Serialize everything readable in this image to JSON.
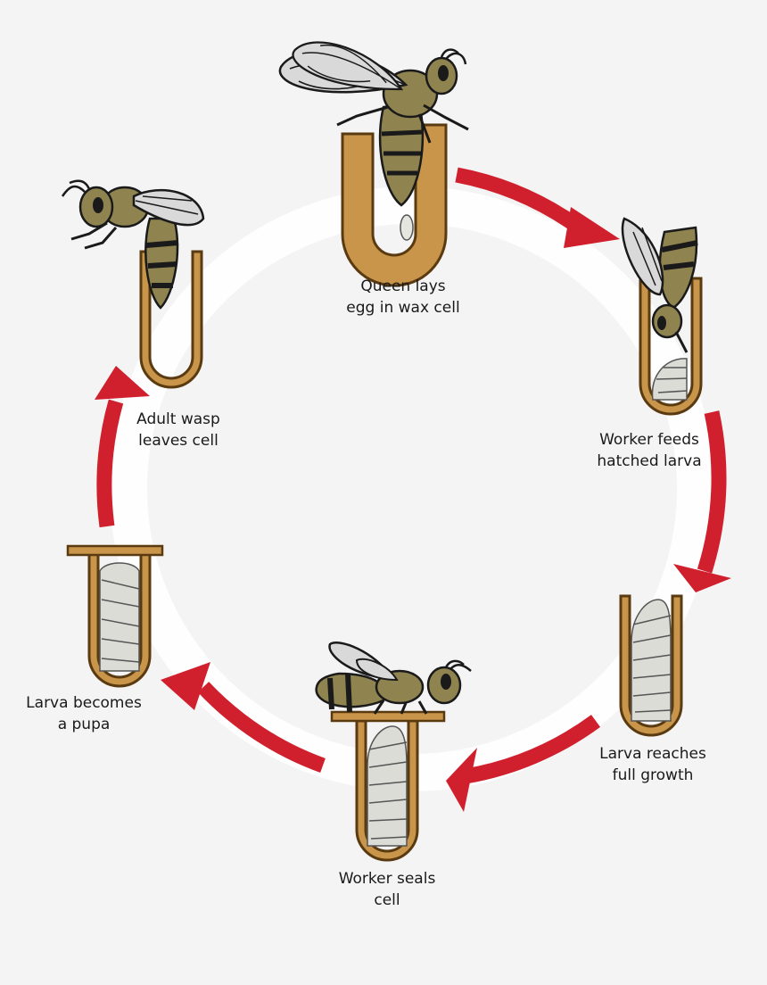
{
  "colors": {
    "background": "#f4f4f4",
    "arrow": "#d0202e",
    "cell_fill": "#c8954a",
    "cell_outline": "#5a3a10",
    "wasp_body": "#8f8350",
    "wasp_stripe": "#1a1a1a",
    "wing": "#d9d9d9",
    "larva": "#dcdcd6"
  },
  "stages": [
    {
      "id": "queen",
      "icon": "queen-wasp-icon",
      "lines": [
        "Queen lays",
        "egg in wax cell"
      ]
    },
    {
      "id": "worker-feeds",
      "icon": "worker-feeding-icon",
      "lines": [
        "Worker feeds",
        "hatched larva"
      ]
    },
    {
      "id": "larva-growth",
      "icon": "grown-larva-icon",
      "lines": [
        "Larva reaches",
        "full growth"
      ]
    },
    {
      "id": "worker-seals",
      "icon": "worker-sealing-icon",
      "lines": [
        "Worker seals",
        "cell"
      ]
    },
    {
      "id": "pupa",
      "icon": "pupa-icon",
      "lines": [
        "Larva becomes",
        "a pupa"
      ]
    },
    {
      "id": "adult",
      "icon": "adult-wasp-icon",
      "lines": [
        "Adult wasp",
        "leaves cell"
      ]
    }
  ]
}
